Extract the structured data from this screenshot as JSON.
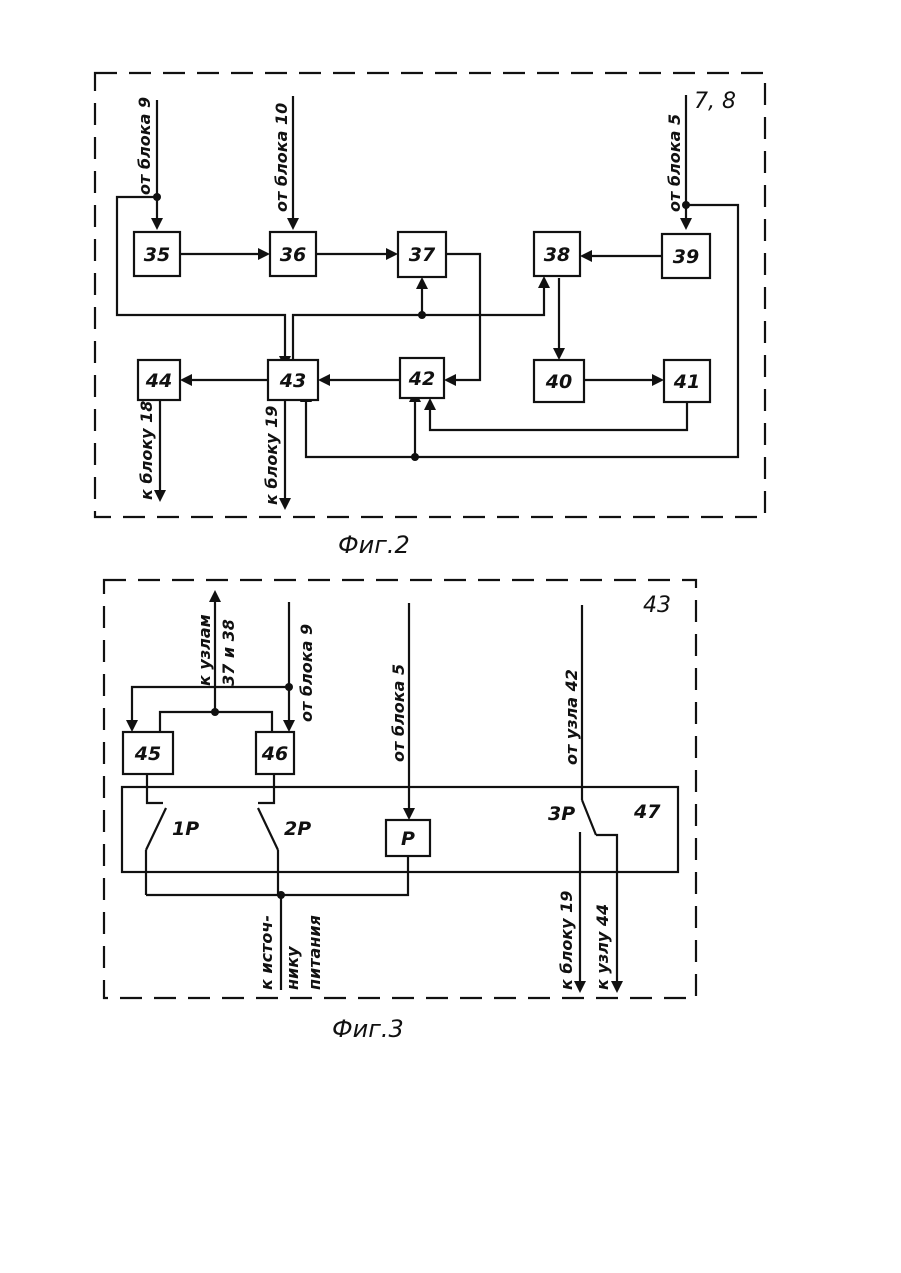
{
  "figure2": {
    "caption": "Фиг.2",
    "frame_label": "7, 8",
    "blocks": [
      {
        "id": "b35",
        "label": "35"
      },
      {
        "id": "b36",
        "label": "36"
      },
      {
        "id": "b37",
        "label": "37"
      },
      {
        "id": "b38",
        "label": "38"
      },
      {
        "id": "b39",
        "label": "39"
      },
      {
        "id": "b40",
        "label": "40"
      },
      {
        "id": "b41",
        "label": "41"
      },
      {
        "id": "b42",
        "label": "42"
      },
      {
        "id": "b43",
        "label": "43"
      },
      {
        "id": "b44",
        "label": "44"
      }
    ],
    "signal_labels": {
      "from_block_9": "от блока 9",
      "from_block_10": "от блока 10",
      "from_block_5": "от блока 5",
      "to_block_18": "к блоку 18",
      "to_block_19": "к блоку 19"
    }
  },
  "figure3": {
    "caption": "Фиг.3",
    "frame_label": "43",
    "blocks": [
      {
        "id": "b45",
        "label": "45"
      },
      {
        "id": "b46",
        "label": "46"
      },
      {
        "id": "b47",
        "label": "47"
      },
      {
        "id": "relay",
        "label": "Р"
      }
    ],
    "contacts": {
      "c1": "1Р",
      "c2": "2Р",
      "c3": "3Р"
    },
    "signal_labels": {
      "to_nodes_1": "к узлам",
      "to_nodes_2": "37 и 38",
      "from_block_9": "от блока 9",
      "from_block_5": "от блока 5",
      "from_node_42": "от узла 42",
      "power_1": "к источ-",
      "power_2": "нику",
      "power_3": "питания",
      "to_block_19": "к блоку 19",
      "to_node_44": "к узлу 44"
    }
  }
}
